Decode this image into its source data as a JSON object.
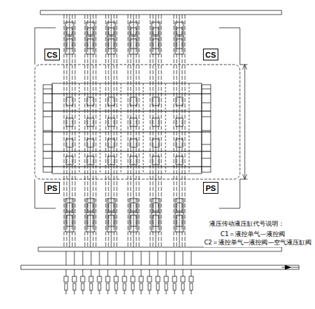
{
  "diagram": {
    "nodes": [
      {
        "text": [
          "CS"
        ]
      },
      {
        "text": [
          "CS"
        ]
      },
      {
        "text": [
          "PS"
        ]
      },
      {
        "text": [
          "PS"
        ]
      }
    ],
    "labels": [
      "液压传动液压缸代号说明：",
      "C1＝液控单气—液控阀",
      "C2＝液控单气—液控阀—空气液压缸阀"
    ]
  }
}
